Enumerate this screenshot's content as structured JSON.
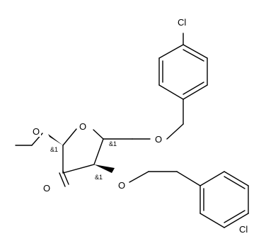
{
  "molecule": {
    "atoms": {
      "cl_top": "Cl",
      "o_ether_top": "O",
      "o_ring": "O",
      "o_methoxy": "O",
      "o_carbonyl": "O",
      "o_ether_bottom": "O",
      "cl_bottom": "Cl"
    },
    "stereo_labels": {
      "c1": "&1",
      "c3": "&1",
      "c4": "&1"
    }
  }
}
